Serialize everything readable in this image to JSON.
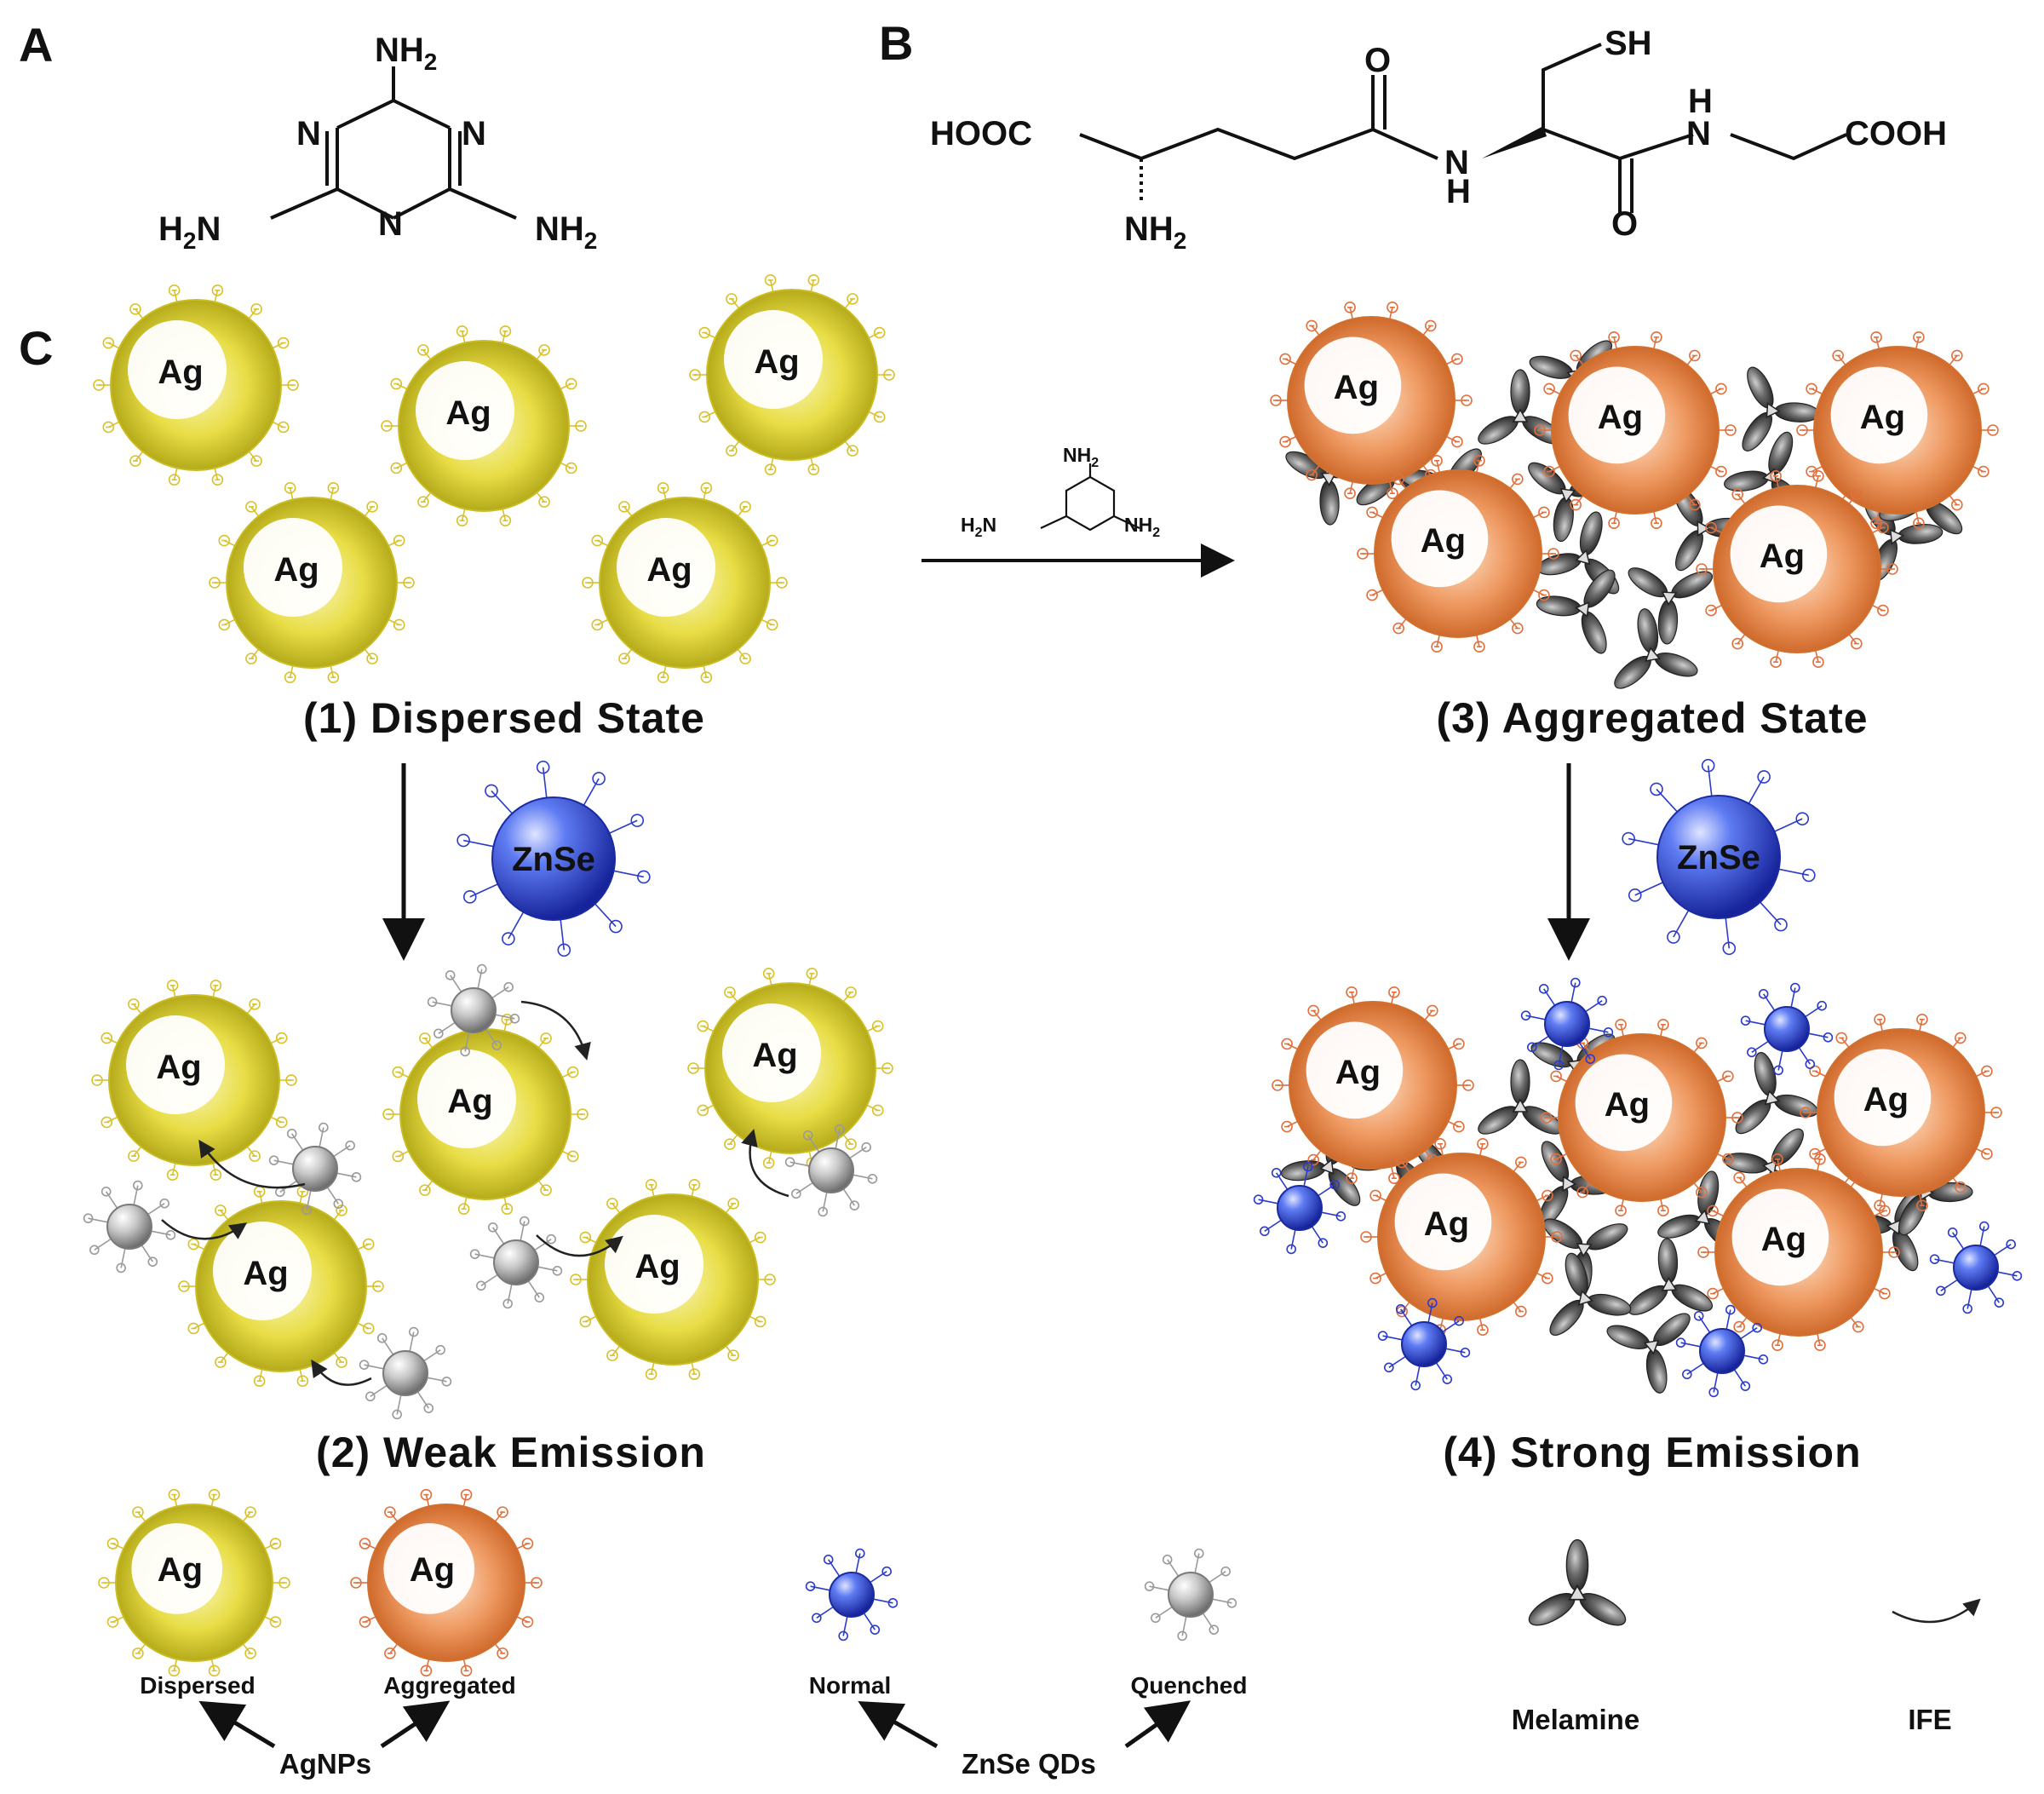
{
  "panels": {
    "a": "A",
    "b": "B",
    "c": "C"
  },
  "melamine_structure": {
    "n_top": "NH",
    "n_top_sub": "2",
    "n_left_label": "H",
    "n_left_sub": "2",
    "n_left_tail": "N",
    "n_right": "NH",
    "n_right_sub": "2",
    "ring_n": "N"
  },
  "glutathione_structure": {
    "hooc": "HOOC",
    "nh2": "NH",
    "nh2_sub": "2",
    "o": "O",
    "n": "N",
    "h": "H",
    "sh": "SH",
    "cooh": "COOH"
  },
  "nanoparticle_label": "Ag",
  "quantum_dot_label": "ZnSe",
  "states": {
    "s1": "(1) Dispersed State",
    "s2": "(2) Weak Emission",
    "s3": "(3) Aggregated State",
    "s4": "(4) Strong Emission"
  },
  "legend": {
    "dispersed": "Dispersed",
    "aggregated": "Aggregated",
    "agnps": "AgNPs",
    "normal": "Normal",
    "quenched": "Quenched",
    "znse_qds": "ZnSe QDs",
    "melamine": "Melamine",
    "ife": "IFE"
  },
  "colors": {
    "dispersed_agnp": "#e6dc3c",
    "aggregated_agnp": "#ef9256",
    "normal_qd": "#2f46d8",
    "quenched_qd": "#b8b8b8",
    "melamine_lobe": "#4a4a4a"
  }
}
